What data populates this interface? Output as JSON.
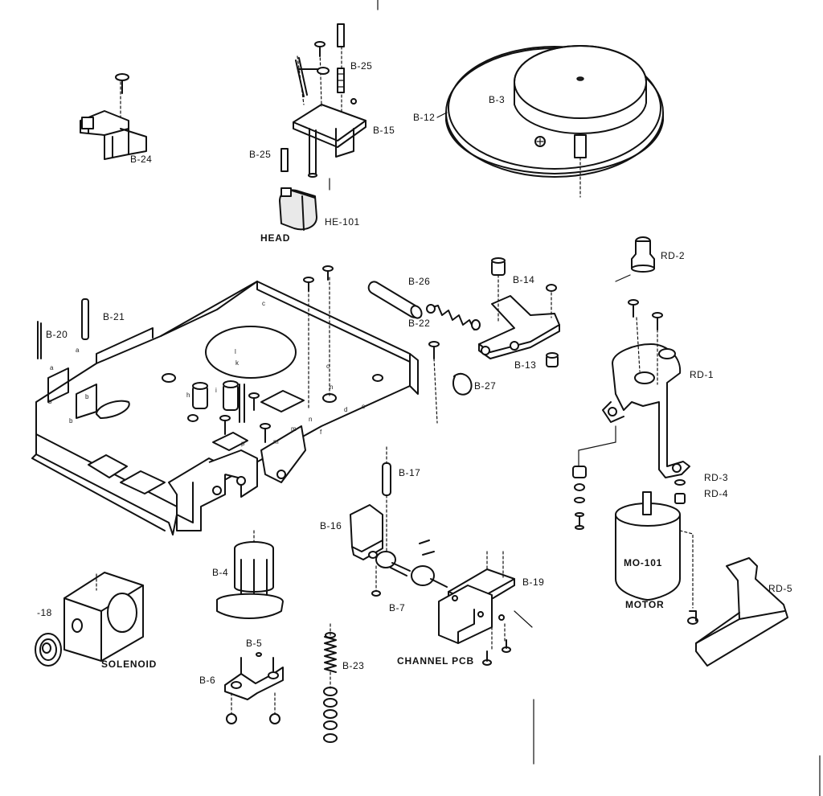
{
  "labels": {
    "b24": "B-24",
    "b25_top": "B-25",
    "b25_left": "B-25",
    "b15": "B-15",
    "he101": "HE-101",
    "head": "HEAD",
    "b12": "B-12",
    "b3": "B-3",
    "rd2": "RD-2",
    "b26": "B-26",
    "b14": "B-14",
    "b22": "B-22",
    "b13": "B-13",
    "b27": "B-27",
    "b20": "B-20",
    "b21": "B-21",
    "rd1": "RD-1",
    "rd3": "RD-3",
    "rd4": "RD-4",
    "b17": "B-17",
    "b16": "B-16",
    "mo101": "MO-101",
    "motor": "MOTOR",
    "rd5": "RD-5",
    "b19": "B-19",
    "b7": "B-7",
    "channel_pcb": "CHANNEL PCB",
    "b4": "B-4",
    "b5": "B-5",
    "b6": "B-6",
    "b23": "B-23",
    "b18": "-18",
    "solenoid": "SOLENOID"
  },
  "letters": {
    "a": "a",
    "b": "b",
    "c": "c",
    "d": "d",
    "e": "e",
    "f": "f",
    "h": "h",
    "i": "i",
    "k": "k",
    "l": "l",
    "m": "m",
    "n": "n",
    "p": "p"
  }
}
